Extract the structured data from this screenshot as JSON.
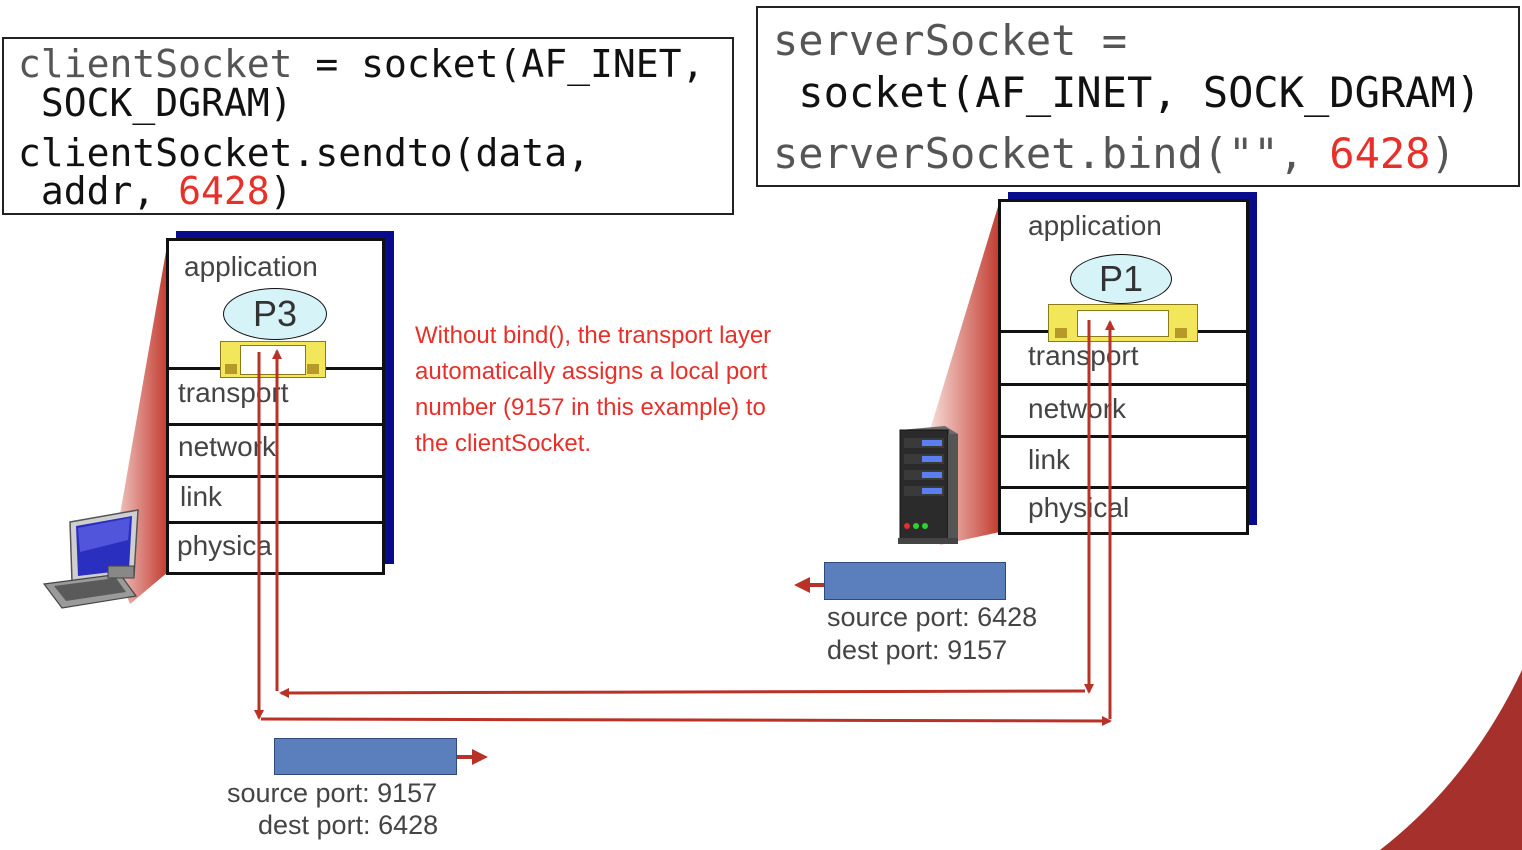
{
  "client_code": {
    "line1_var": "clientSocket",
    "line1_rest": " = socket(AF_INET,",
    "line2": " SOCK_DGRAM)",
    "line3": "clientSocket.sendto(data,",
    "line4_prefix": " addr, ",
    "line4_port": "6428",
    "line4_suffix": ")"
  },
  "server_code": {
    "line1": "serverSocket =",
    "line2": " socket(AF_INET, SOCK_DGRAM)",
    "line3_prefix": "serverSocket.bind(\"\", ",
    "line3_port": "6428",
    "line3_suffix": ")"
  },
  "client_stack": {
    "process": "P3",
    "layers": [
      "application",
      "transport",
      "network",
      "link",
      "physica"
    ]
  },
  "server_stack": {
    "process": "P1",
    "layers": [
      "application",
      "transport",
      "network",
      "link",
      "physical"
    ]
  },
  "note": "Without bind(), the transport layer automatically assigns a local port number (9157 in this example) to the clientSocket.",
  "segment_client": {
    "source": "source port: 9157",
    "dest": "dest port: 6428"
  },
  "segment_server": {
    "source": "source port: 6428",
    "dest": "dest port: 9157"
  },
  "colors": {
    "accent_red": "#e8302a",
    "arrow_red": "#b83227",
    "segment_blue": "#5b7fbc",
    "stack_shadow": "#0a0a8c",
    "process_fill": "#d6f3f8",
    "socket_fill": "#f2e65a"
  },
  "icons": [
    "laptop-icon",
    "server-icon"
  ]
}
